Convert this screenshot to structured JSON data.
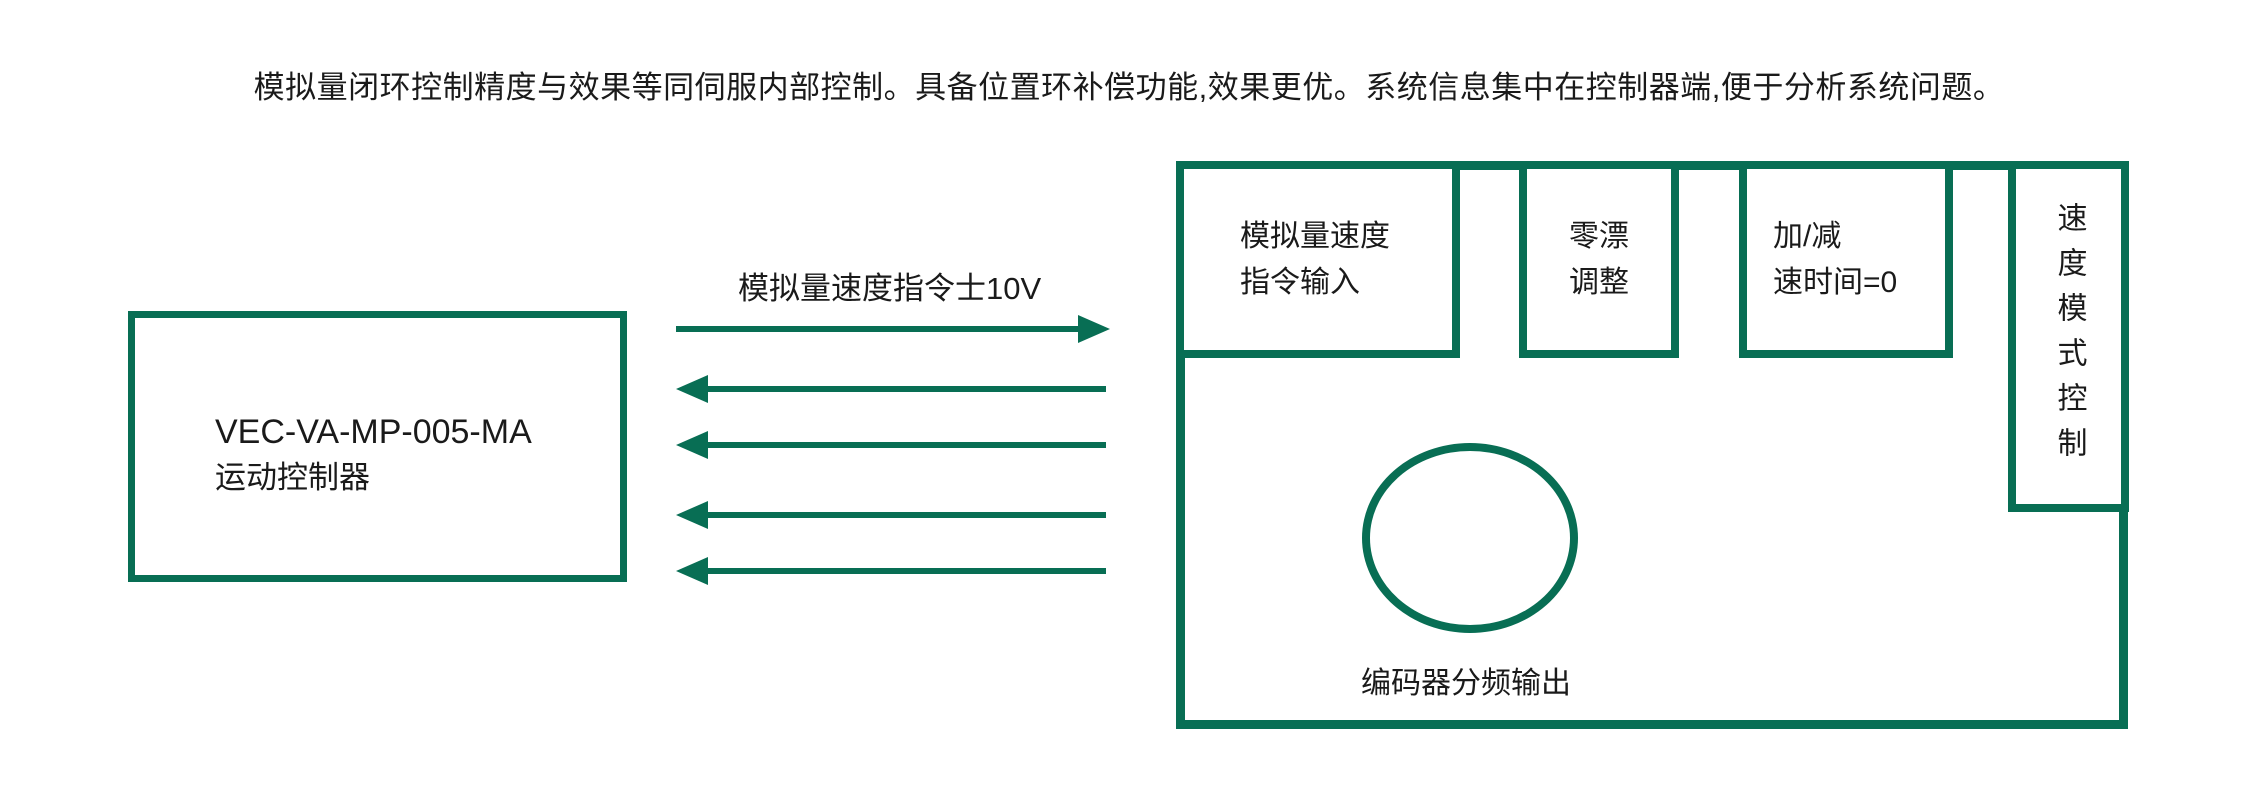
{
  "colors": {
    "accent": "#086e54",
    "text": "#1a1a1a",
    "background": "#ffffff"
  },
  "description": "模拟量闭环控制精度与效果等同伺服内部控制。具备位置环补偿功能,效果更优。系统信息集中在控制器端,便于分析系统问题。",
  "controller": {
    "model": "VEC-VA-MP-005-MA",
    "name": "运动控制器"
  },
  "signal_label": "模拟量速度指令士10V",
  "drive": {
    "analog_input": {
      "line1": "模拟量速度",
      "line2": "指令输入"
    },
    "zero_drift": {
      "line1": "零漂",
      "line2": "调整"
    },
    "accel_decel": {
      "line1": "加/减",
      "line2": "速时间=0"
    },
    "speed_mode": "速度模式控制",
    "encoder_label": "编码器分频输出"
  },
  "arrows": {
    "to_drive_count": 1,
    "to_controller_count": 4
  }
}
